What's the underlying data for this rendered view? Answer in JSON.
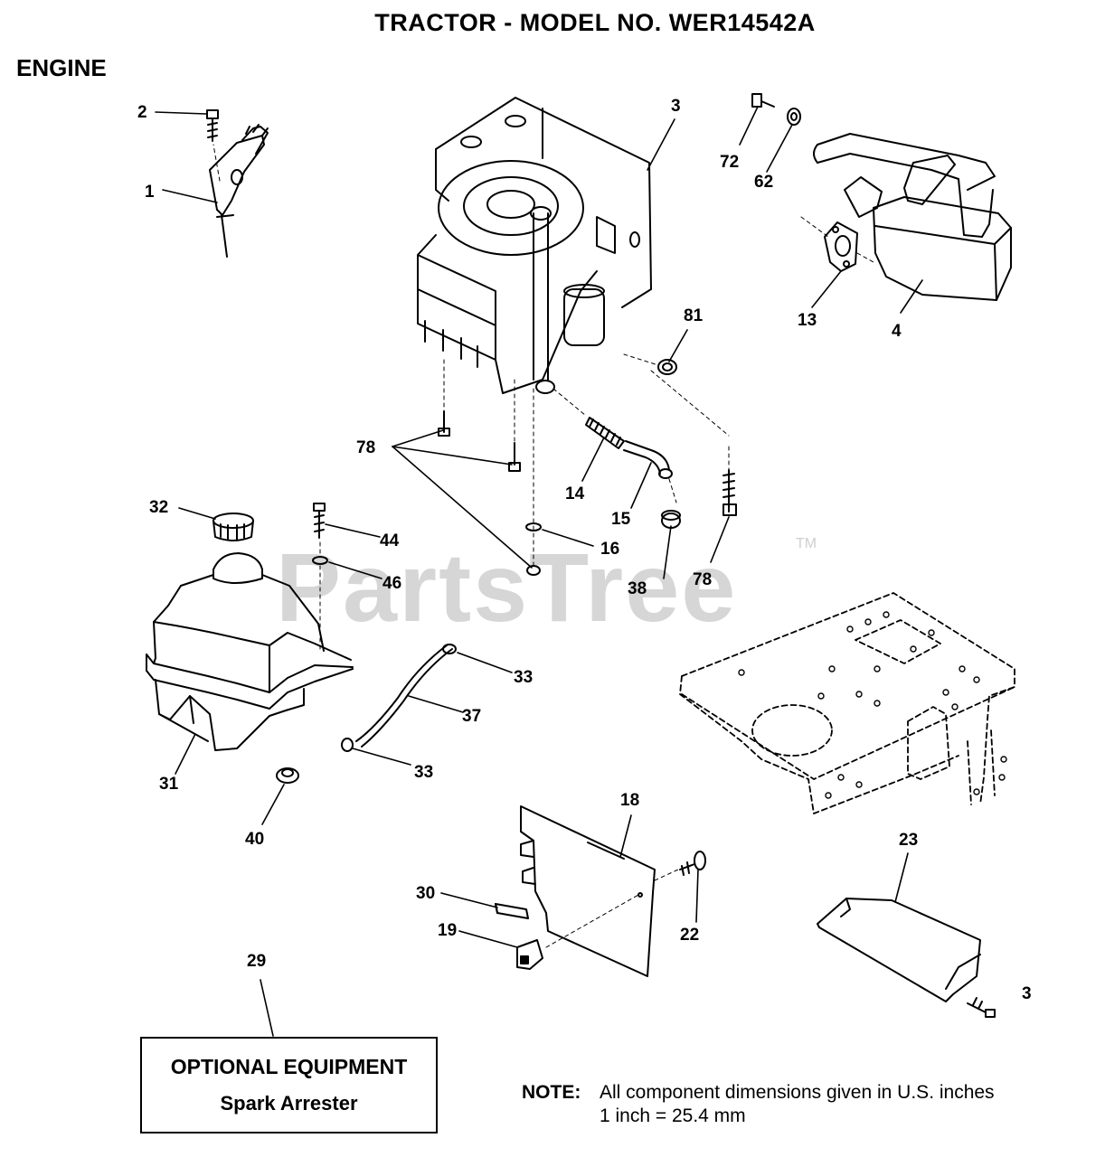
{
  "header": {
    "title": "TRACTOR - MODEL NO. WER14542A",
    "section": "ENGINE"
  },
  "watermark": {
    "text": "PartsTree",
    "trademark": "TM"
  },
  "callouts": [
    "1",
    "2",
    "3",
    "4",
    "13",
    "14",
    "15",
    "16",
    "18",
    "19",
    "22",
    "23",
    "29",
    "30",
    "31",
    "32",
    "33",
    "33",
    "37",
    "38",
    "40",
    "44",
    "46",
    "62",
    "72",
    "78",
    "78",
    "81",
    "3"
  ],
  "optional_box": {
    "line1": "OPTIONAL EQUIPMENT",
    "line2": "Spark Arrester"
  },
  "note": {
    "label": "NOTE:",
    "line1": "All component dimensions given in U.S. inches",
    "line2": "1 inch = 25.4 mm"
  }
}
